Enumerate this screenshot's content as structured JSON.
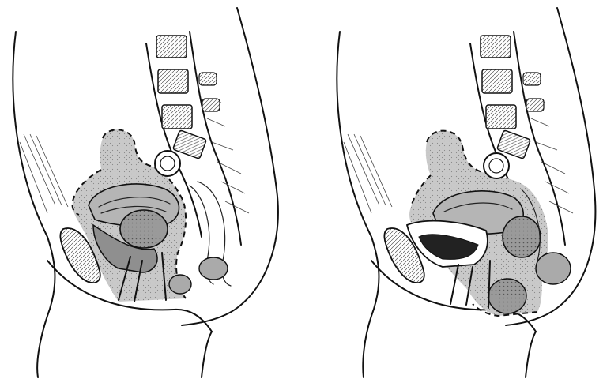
{
  "figure": {
    "panels": [
      {
        "id": "left",
        "view": "sagittal-pelvis",
        "shaded_region": "anterior-pelvic"
      },
      {
        "id": "right",
        "view": "sagittal-pelvis",
        "shaded_region": "total-pelvic"
      }
    ]
  },
  "colors": {
    "ink": "#111111",
    "shade": "#c9c9c9",
    "shade_dark": "#9a9a9a",
    "paper": "#ffffff"
  }
}
